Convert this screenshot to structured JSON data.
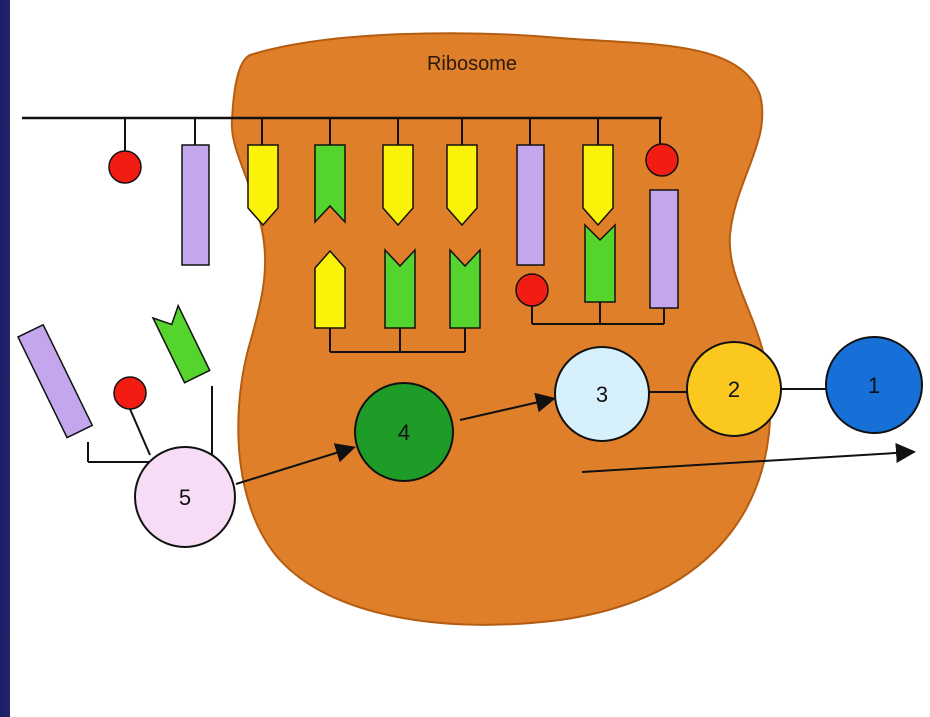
{
  "diagram": {
    "title": "Ribosome",
    "amino_acids": [
      "1",
      "2",
      "3",
      "4",
      "5"
    ],
    "colors": {
      "ribosome": "#e07f2a",
      "ribosome_stroke": "#b45d12",
      "yellow_base": "#fbf20a",
      "green_base": "#55d42d",
      "purple_base": "#c4a6ec",
      "red_base": "#f31c12",
      "aa1": "#1770d8",
      "aa2": "#fbc81f",
      "aa3": "#d6f1fb",
      "aa4": "#1f9b27",
      "aa5": "#f6dcf5",
      "background": "#ffffff",
      "border": "#1b1f63"
    }
  }
}
